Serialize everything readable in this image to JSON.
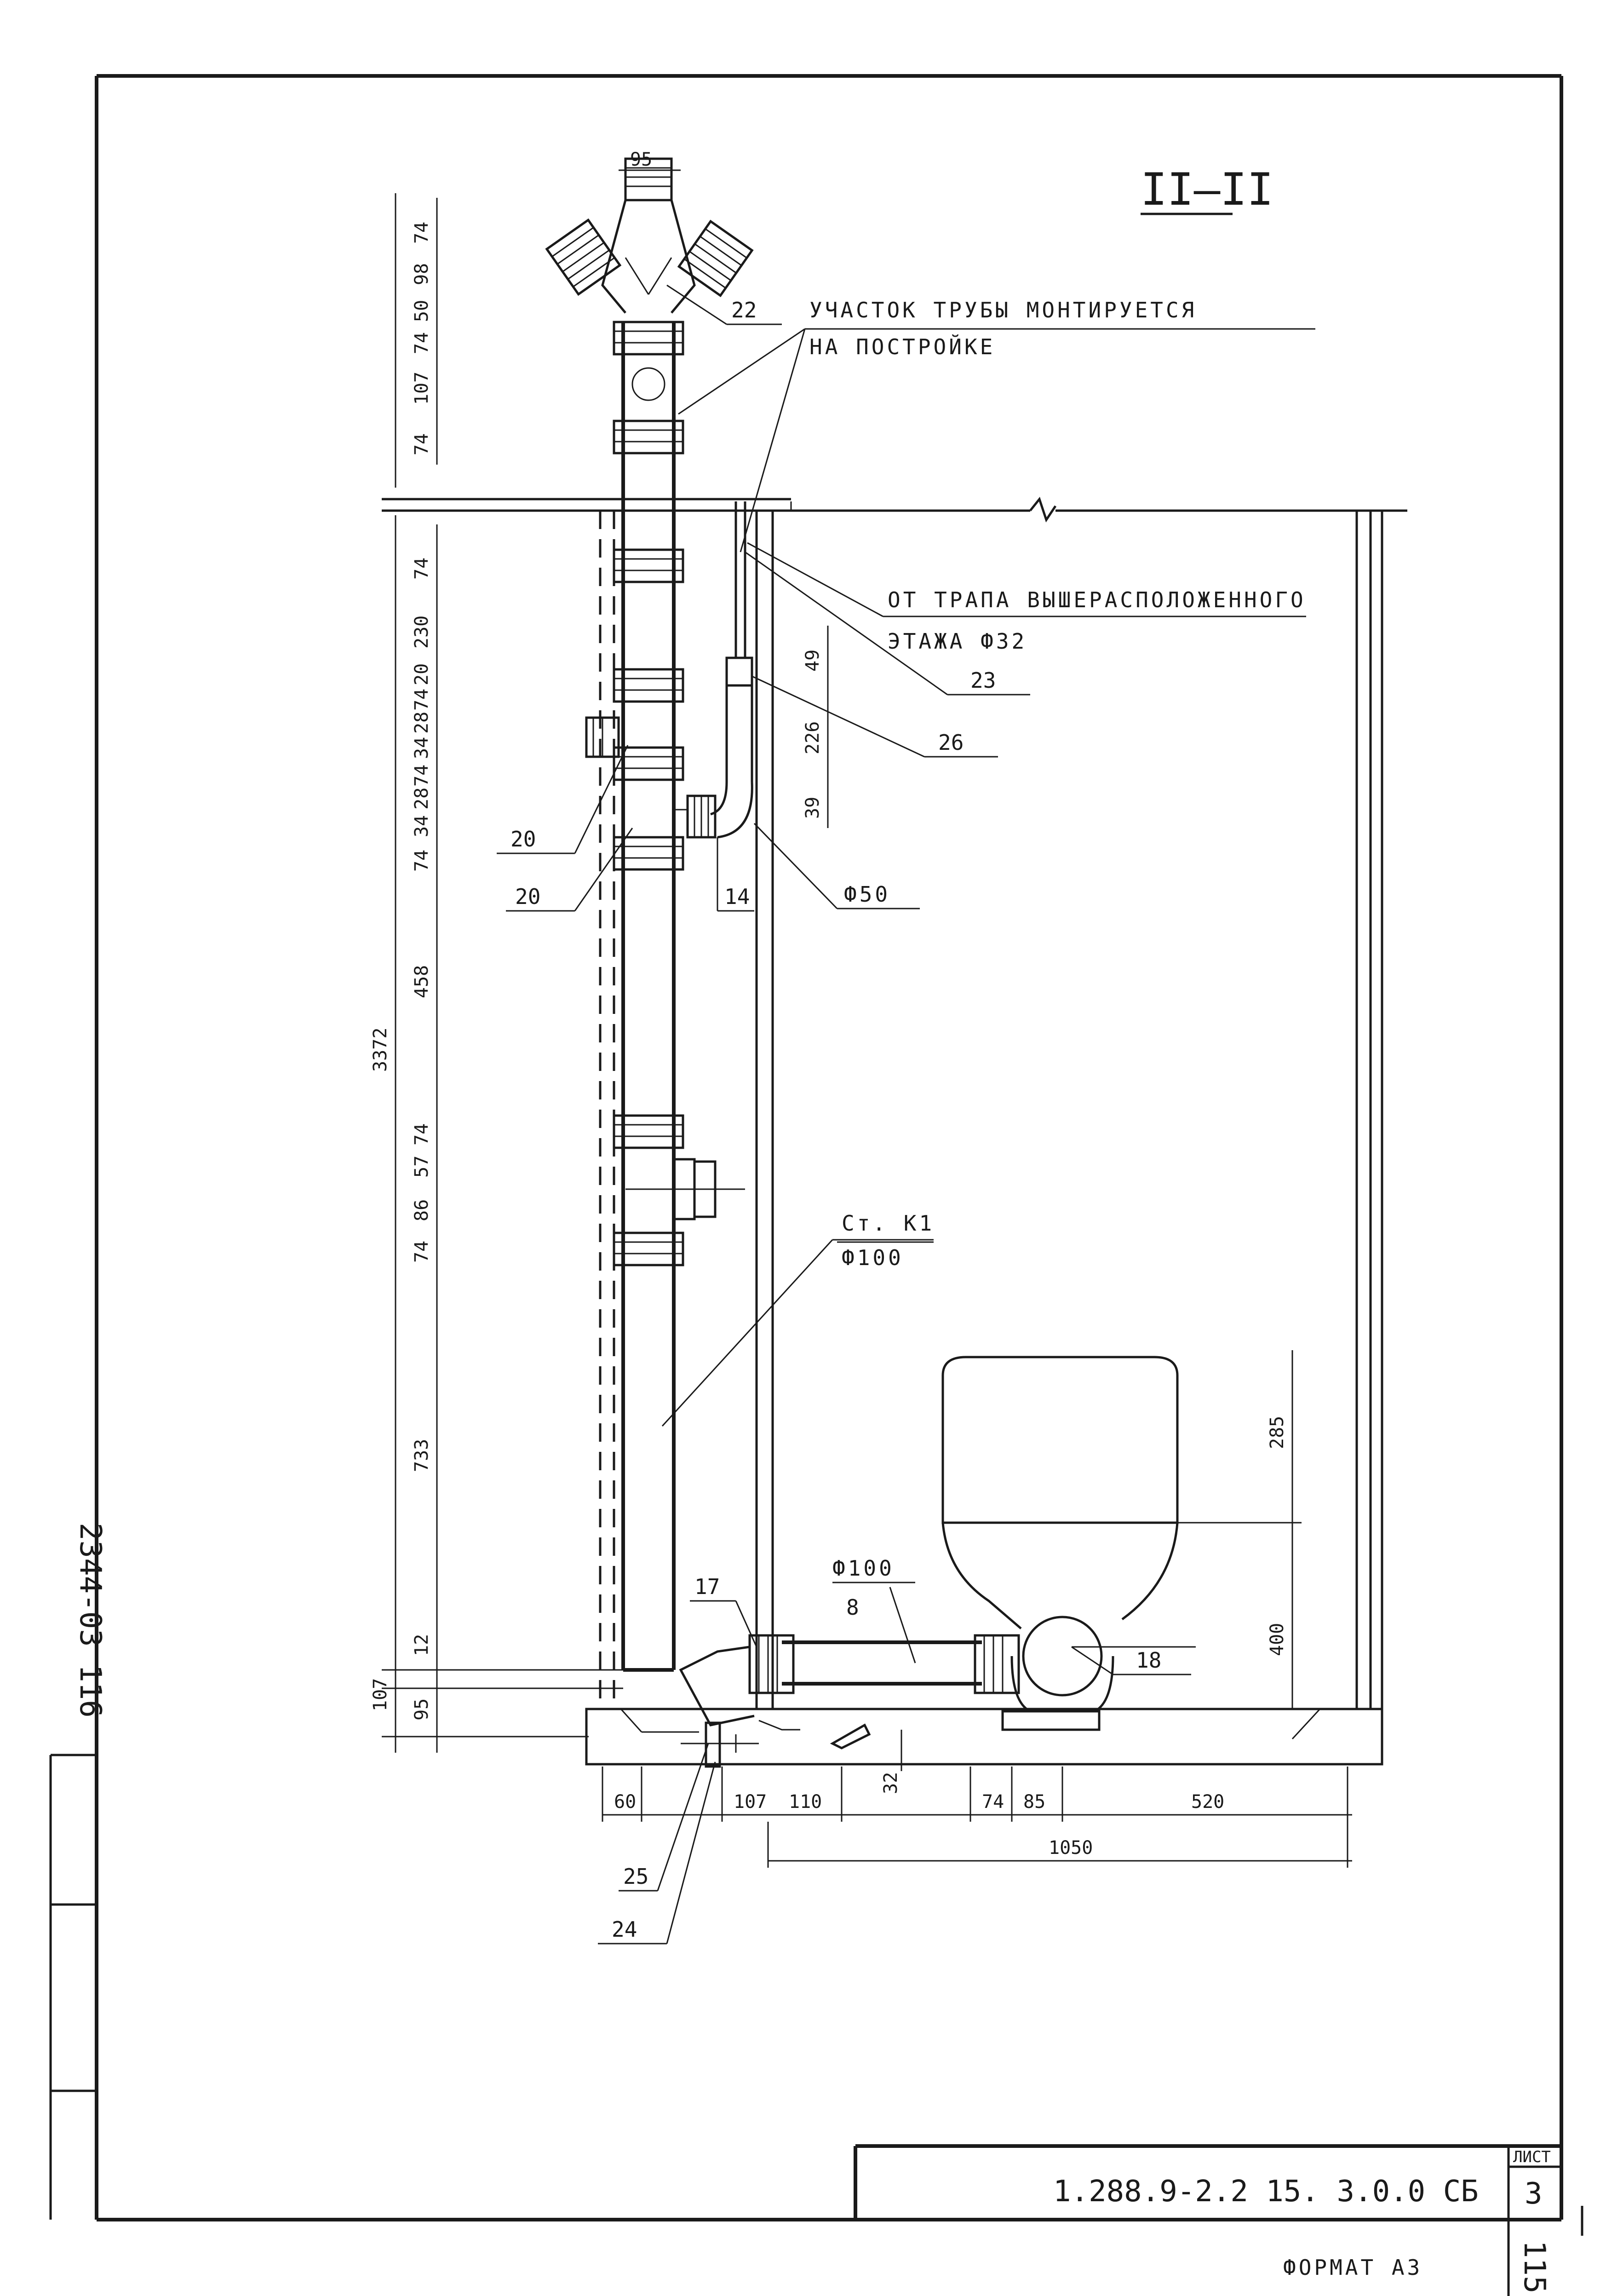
{
  "drawing": {
    "section_title": "II–II",
    "note_line1": "УЧАСТОК ТРУБЫ МОНТИРУЕТСЯ",
    "note_line2": "НА ПОСТРОЙКЕ",
    "drain_line1": "ОТ ТРАПА ВЫШЕРАСПОЛОЖЕННОГО",
    "drain_line2": "ЭТАЖА Ф32",
    "riser_label": "Ст. К1",
    "riser_diameter": "Ф100",
    "branch_diameter_50": "Ф50",
    "branch_diameter_100": "Ф100",
    "archive_number": "2344-03 116"
  },
  "positions": {
    "p22": "22",
    "p23": "23",
    "p26": "26",
    "p14": "14",
    "p20a": "20",
    "p20b": "20",
    "p17": "17",
    "p8": "8",
    "p18": "18",
    "p25": "25",
    "p24": "24"
  },
  "dimensions": {
    "top_width": "95",
    "v_74a": "74",
    "v_98": "98",
    "v_50": "50",
    "v_74b": "74",
    "v_107": "107",
    "v_74c": "74",
    "v_74d": "74",
    "v_230": "230",
    "v_20a": "20",
    "v_74e": "74",
    "v_28a": "28",
    "v_34a": "34",
    "v_74f": "74",
    "v_28b": "28",
    "v_34b": "34",
    "v_74g": "74",
    "v_458": "458",
    "v_74h": "74",
    "v_57": "57",
    "v_86": "86",
    "v_74i": "74",
    "v_733": "733",
    "v_12": "12",
    "v_95": "95",
    "v_107b": "107",
    "v_3372": "3372",
    "v_49": "49",
    "v_226": "226",
    "v_39": "39",
    "v_285": "285",
    "v_400": "400",
    "v_32": "32",
    "h_60": "60",
    "h_107": "107",
    "h_110": "110",
    "h_74": "74",
    "h_85": "85",
    "h_520": "520",
    "h_1050": "1050"
  },
  "title_block": {
    "sheet_label": "ЛИСТ",
    "sheet_number": "3",
    "document_code": "1.288.9-2.2 15. 3.0.0 СБ",
    "format_label": "ФОРМАТ А3",
    "page_number": "115"
  }
}
